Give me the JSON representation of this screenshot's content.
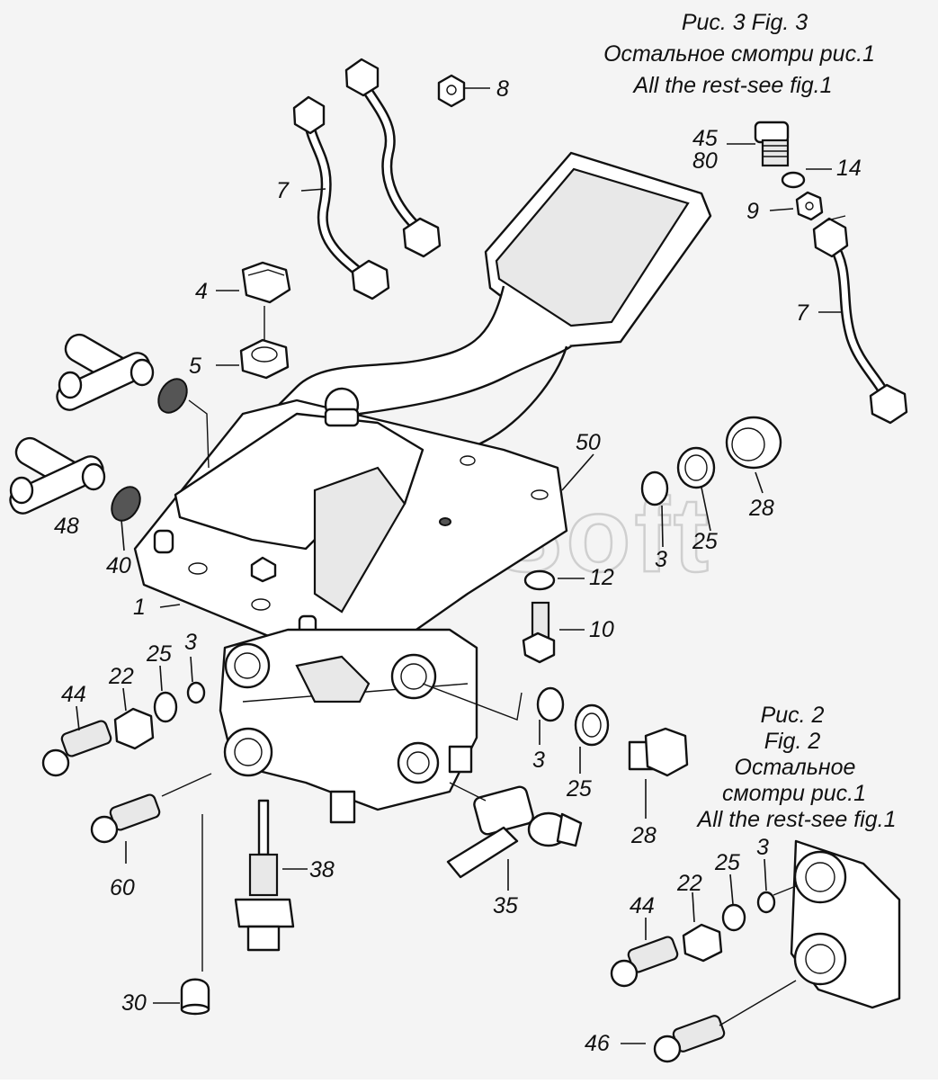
{
  "captions": {
    "fig3": [
      "Рис. 3 Fig. 3",
      "Остальное смотри рис.1",
      "All the rest-see fig.1"
    ],
    "fig2": [
      "Рис. 2",
      "Fig. 2",
      "Остальное",
      "смотри рис.1",
      "All the rest-see fig.1"
    ]
  },
  "watermark": "AutoSoft",
  "callouts": {
    "p1": "1",
    "p3a": "3",
    "p3b": "3",
    "p3c": "3",
    "p3d": "3",
    "p4": "4",
    "p5": "5",
    "p7a": "7",
    "p7b": "7",
    "p8": "8",
    "p9": "9",
    "p10": "10",
    "p12": "12",
    "p14": "14",
    "p22a": "22",
    "p22b": "22",
    "p25a": "25",
    "p25b": "25",
    "p25c": "25",
    "p25d": "25",
    "p28a": "28",
    "p28b": "28",
    "p30": "30",
    "p35": "35",
    "p38": "38",
    "p40": "40",
    "p44a": "44",
    "p44b": "44",
    "p45": "45",
    "p46": "46",
    "p48": "48",
    "p50": "50",
    "p60": "60",
    "p80": "80"
  }
}
